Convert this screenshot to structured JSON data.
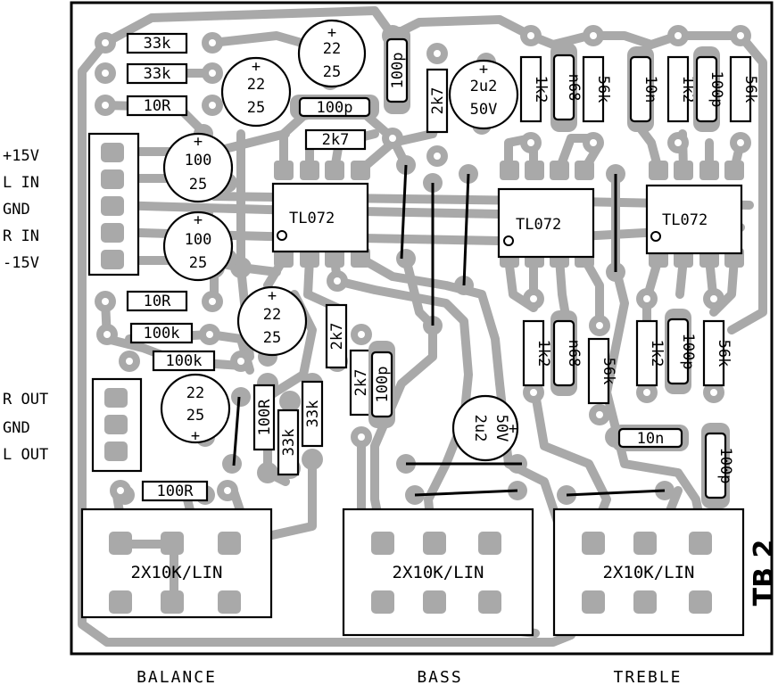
{
  "board": {
    "id_label": "TB 2",
    "io_labels": [
      "+15V",
      "L IN",
      "GND",
      "R IN",
      "-15V",
      "R OUT",
      "GND",
      "L OUT"
    ],
    "control_labels": [
      "BALANCE",
      "BASS",
      "TREBLE"
    ]
  },
  "components": {
    "resistors_h": [
      "33k",
      "33k",
      "10R",
      "2k7",
      "10R",
      "100k",
      "100k",
      "100R",
      "10n"
    ],
    "resistors_v": [
      "2k7",
      "1k2",
      "56k",
      "1k2",
      "56k",
      "2k7",
      "2k7",
      "1k2",
      "56k",
      "1k2",
      "56k",
      "100R",
      "33k",
      "33k"
    ],
    "caps_film": [
      "100p",
      "100p",
      "100p",
      "100p",
      "100p",
      "n68",
      "10n",
      "n68",
      "100p"
    ],
    "electrolytics": [
      {
        "top": "22",
        "bottom": "25"
      },
      {
        "top": "22",
        "bottom": "25"
      },
      {
        "top": "2u2",
        "bottom": "50V"
      },
      {
        "top": "100",
        "bottom": "25"
      },
      {
        "top": "100",
        "bottom": "25"
      },
      {
        "top": "22",
        "bottom": "25"
      },
      {
        "top": "22",
        "bottom": "25"
      },
      {
        "top": "2u2",
        "bottom": "50V"
      }
    ],
    "ics": [
      "TL072",
      "TL072",
      "TL072"
    ],
    "pots": [
      "2X10K/LIN",
      "2X10K/LIN",
      "2X10K/LIN"
    ]
  }
}
